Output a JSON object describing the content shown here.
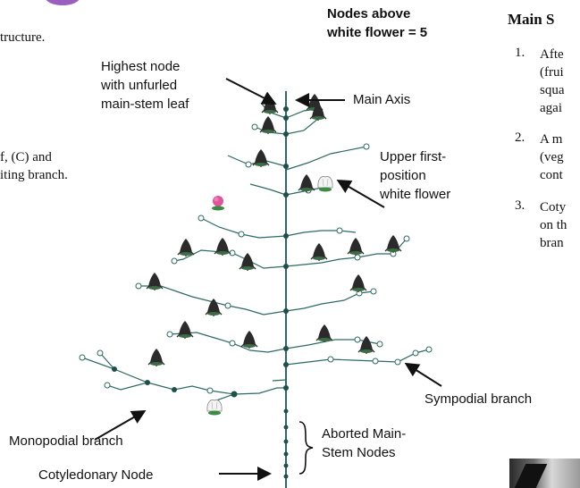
{
  "left_text": {
    "line1": "tructure.",
    "line2": "f, (C) and",
    "line3": "iting branch."
  },
  "header": {
    "nodes_line1": "Nodes above",
    "nodes_line2": "white flower = 5"
  },
  "right_text": {
    "title": "Main S",
    "items": [
      {
        "num": "1.",
        "lines": [
          "Afte",
          "(frui",
          "squa",
          "agai"
        ]
      },
      {
        "num": "2.",
        "lines": [
          "A m",
          "(veg",
          "cont"
        ]
      },
      {
        "num": "3.",
        "lines": [
          "Coty",
          "on th",
          "bran"
        ]
      }
    ]
  },
  "labels": {
    "highest_node_1": "Highest node",
    "highest_node_2": "with unfurled",
    "highest_node_3": "main-stem leaf",
    "main_axis": "Main Axis",
    "upper_first_1": "Upper first-",
    "upper_first_2": "position",
    "upper_first_3": "white flower",
    "sympodial": "Sympodial branch",
    "monopodial": "Monopodial branch",
    "aborted_1": "Aborted Main-",
    "aborted_2": "Stem Nodes",
    "cotyledonary": "Cotyledonary Node"
  },
  "colors": {
    "stem": "#2e6a63",
    "square": "#2b2b2b",
    "pink_flower": "#e0559a",
    "white_flower": "#f4f4f4",
    "arrow": "#111111"
  },
  "icons": [
    "square-bud-icon",
    "white-flower-icon",
    "pink-flower-icon",
    "open-node-icon"
  ]
}
